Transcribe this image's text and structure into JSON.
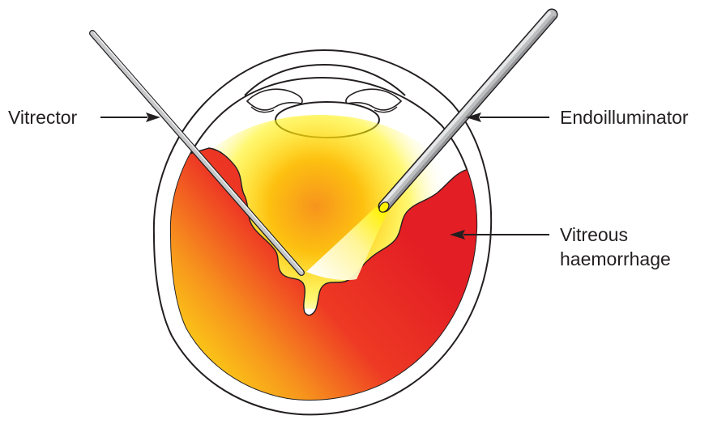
{
  "diagram": {
    "labels": {
      "vitrector": "Vitrector",
      "endoilluminator": "Endoilluminator",
      "haemorrhage_line1": "Vitreous",
      "haemorrhage_line2": "haemorrhage"
    },
    "colors": {
      "background": "#ffffff",
      "outline": "#231f20",
      "haemorrhage_red": "#e31e24",
      "haemorrhage_orange": "#f26522",
      "haemorrhage_yellow": "#fcd116",
      "light_glow": "#fff200",
      "instrument_gray": "#a7a9ac"
    }
  }
}
